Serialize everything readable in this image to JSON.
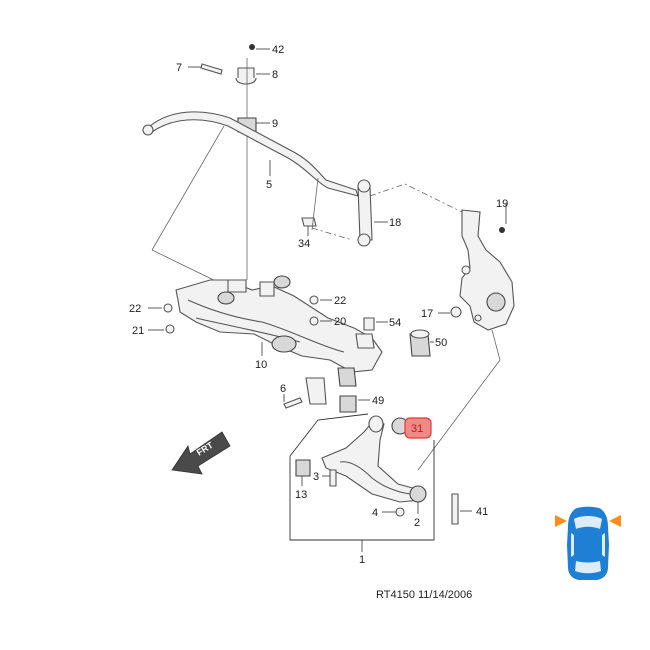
{
  "callouts": {
    "c42": "42",
    "c7": "7",
    "c8": "8",
    "c9": "9",
    "c5": "5",
    "c19": "19",
    "c18": "18",
    "c34": "34",
    "c22a": "22",
    "c22b": "22",
    "c21": "21",
    "c20": "20",
    "c17": "17",
    "c54": "54",
    "c50": "50",
    "c10": "10",
    "c6": "6",
    "c49": "49",
    "c31": "31",
    "c13": "13",
    "c3": "3",
    "c4": "4",
    "c2": "2",
    "c41": "41",
    "c1": "1"
  },
  "direction_label": "FRT",
  "reference": "RT4150  11/14/2006",
  "highlight_color": "#e53935",
  "icon_colors": {
    "car_body": "#1e7fd4",
    "side_markers": "#ff8c1a"
  }
}
